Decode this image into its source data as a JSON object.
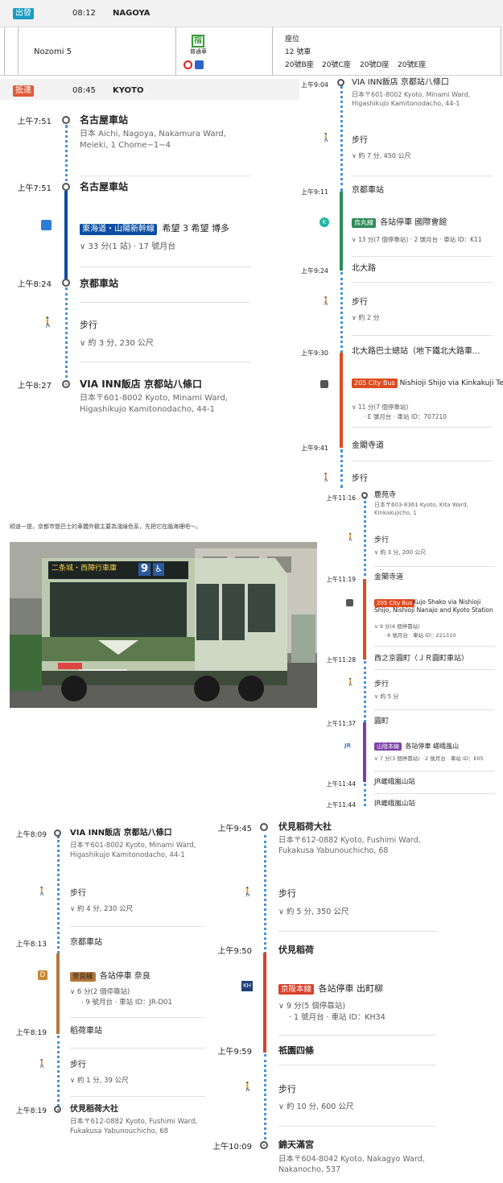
{
  "header": {
    "depart_badge": "出發",
    "depart_time": "08:12",
    "depart_city": "NAGOYA",
    "train_name": "Nozomi 5",
    "car_icon": "指",
    "car_type": "普通車",
    "seat_label": "座位",
    "car_no": "12 號車",
    "seats": [
      "20號B座",
      "20號C座",
      "20號D座",
      "20號E座"
    ],
    "arrive_badge": "抵達",
    "arrive_time": "08:45",
    "arrive_city": "KYOTO"
  },
  "left1": {
    "t1": "上午7:51",
    "s1": "名古屋車站",
    "a1": "日本 Aichi, Nagoya, Nakamura Ward, Meieki, 1 Chome−1−4",
    "t2": "上午7:51",
    "s2": "名古屋車站",
    "line_badge": "東海道・山陽新幹線",
    "line_dest": "希望 3 希望 博多",
    "line_info": "33 分(1 站) · 17 號月台",
    "t3": "上午8:24",
    "s3": "京都車站",
    "walk": "步行",
    "walk_info": "約 3 分, 230 公尺",
    "t4": "上午8:27",
    "s4": "VIA INN飯店 京都站八條口",
    "a4": "日本〒601-8002 Kyoto, Minami Ward, Higashikujo Kamitonodacho, 44-1"
  },
  "right1": {
    "t1": "上午9:04",
    "s1": "VIA INN飯店 京都站八條口",
    "a1": "日本〒601-8002 Kyoto, Minami Ward, Higashikujo Kamitonodacho, 44-1",
    "walk1": "步行",
    "walk1_info": "約 7 分, 450 公尺",
    "t2": "上午9:11",
    "s2": "京都車站",
    "k_icon": "K",
    "line_badge": "烏丸線",
    "line_dest": "各站停車 國際會館",
    "line_info": "13 分(7 個停靠站) · 2 號月台 · 車站 ID：K11",
    "t3": "上午9:24",
    "s3": "北大路",
    "walk2": "步行",
    "walk2_info": "約 2 分",
    "t4": "上午9:30",
    "s4": "北大路巴士總站（地下鐵北大路車...",
    "bus_badge": "205 City Bus",
    "bus_dest": "Nishioji Shijo via Kinkakuji Temple",
    "bus_info": "11 分(7 個停靠站)",
    "bus_info2": "· E 號月台 · 車站 ID：707210",
    "t5": "上午9:41",
    "s5": "金閣寺道",
    "walk3": "步行"
  },
  "right2": {
    "t1": "上午11:16",
    "s1": "鹿苑寺",
    "a1": "日本〒603-8361 Kyoto, Kita Ward, Kinkakujicho, 1",
    "walk1": "步行",
    "walk1_info": "約 3 分, 200 公尺",
    "t2": "上午11:19",
    "s2": "金閣寺道",
    "bus_badge": "205 City Bus",
    "bus_dest": "Kujo Shako via Nishioji Shijo, Nishioji Nanajo and Kyoto Station",
    "bus_info": "9 分(6 個停靠站)",
    "bus_info2": "· 6 號月台 · 車站 ID：221310",
    "t3": "上午11:28",
    "s3": "西之京圓町（ＪＲ圓町車站）",
    "walk2": "步行",
    "walk2_info": "約 5 分",
    "t4": "上午11:37",
    "s4": "圓町",
    "jr_icon": "JR",
    "line_badge": "山陰本線",
    "line_dest": "各站停車 嵯峨嵐山",
    "line_info": "7 分(3 個停靠站) · 2 號月台 · 車站 ID：E05",
    "t5": "上午11:44",
    "s5": "JR嵯峨嵐山站",
    "t6": "上午11:44",
    "s6": "JR嵯峨嵐山站"
  },
  "photo": {
    "caption": "順道一提，京都市營巴士的車體外觀主要為淺綠色系，先把它在腦海裡吧～。",
    "sign": "二条城・西陣行車庫",
    "route_no": "9"
  },
  "left2": {
    "t1": "上午8:09",
    "s1": "VIA INN飯店 京都站八條口",
    "a1": "日本〒601-8002 Kyoto, Minami Ward, Higashikujo Kamitonodacho, 44-1",
    "walk1": "步行",
    "walk1_info": "約 4 分, 230 公尺",
    "t2": "上午8:13",
    "s2": "京都車站",
    "d_icon": "D",
    "line_badge": "奈良線",
    "line_dest": "各站停車 奈良",
    "line_info": "6 分(2 個停靠站)",
    "line_info2": "· 9 號月台 · 車站 ID：JR-D01",
    "t3": "上午8:19",
    "s3": "稻荷車站",
    "walk2": "步行",
    "walk2_info": "約 1 分, 39 公尺",
    "t4": "上午8:19",
    "s4": "伏見稻荷大社",
    "a4": "日本〒612-0882 Kyoto, Fushimi Ward, Fukakusa Yabunouchicho, 68"
  },
  "mid2": {
    "t1": "上午9:45",
    "s1": "伏見稻荷大社",
    "a1": "日本〒612-0882 Kyoto, Fushimi Ward, Fukakusa Yabunouchicho, 68",
    "walk1": "步行",
    "walk1_info": "約 5 分, 350 公尺",
    "t2": "上午9:50",
    "s2": "伏見稻荷",
    "kh_icon": "KH",
    "line_badge": "京阪本線",
    "line_dest": "各站停車 出町柳",
    "line_info": "9 分(5 個停靠站)",
    "line_info2": "· 1 號月台 · 車站 ID：KH34",
    "t3": "上午9:59",
    "s3": "祇園四條",
    "walk2": "步行",
    "walk2_info": "約 10 分, 600 公尺",
    "t4": "上午10:09",
    "s4": "錦天滿宮",
    "a4": "日本〒604-8042 Kyoto, Nakagyo Ward, Nakanocho, 537"
  },
  "colors": {
    "shinkansen": "#0b4ea2",
    "karasuma": "#2e8b57",
    "bus": "#e04a1f",
    "sanin": "#7b3fa6",
    "nara": "#b5783a",
    "keihan": "#d9412b",
    "walk_dots": "#4a90d9"
  }
}
